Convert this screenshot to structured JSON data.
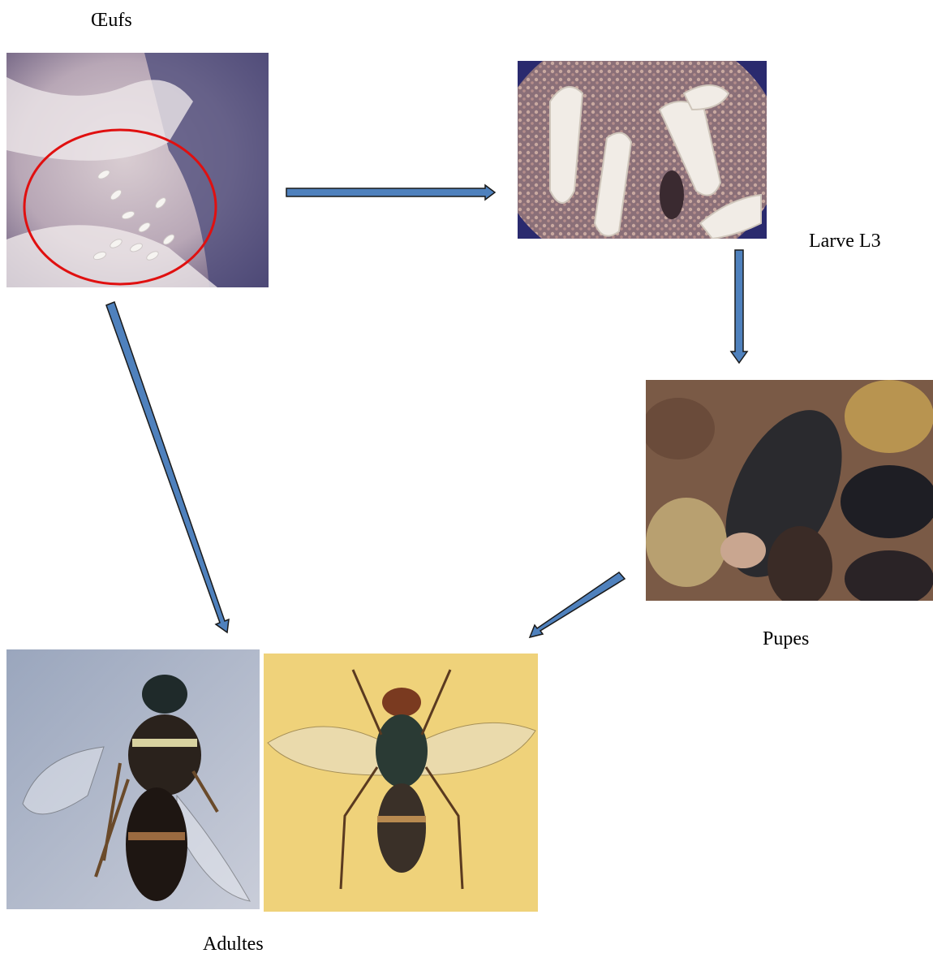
{
  "stages": {
    "eggs": "Œufs",
    "larva": "Larve L3",
    "pupae": "Pupes",
    "adults": "Adultes"
  },
  "colors": {
    "arrow_fill": "#4f81bd",
    "arrow_stroke": "#1a1a1a",
    "egg_highlight_ring": "#e01010"
  }
}
